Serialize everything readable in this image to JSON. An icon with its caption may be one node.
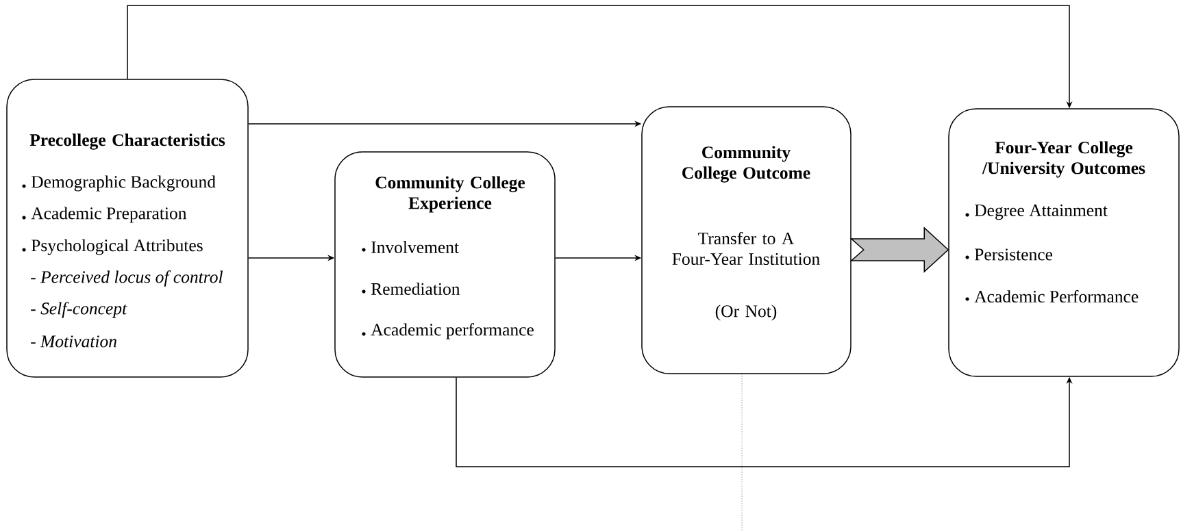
{
  "diagram": {
    "nodes": [
      {
        "text": [
          "Precollege Characteristics",
          "Demographic Background",
          "Academic Preparation",
          "Psychological Attributes",
          "- *Perceived locus of control*",
          "- *Self-concept*",
          "- *Motivation*"
        ]
      },
      {
        "text": [
          "Community College Experience",
          "Involvement",
          "Remediation",
          "Academic performance"
        ]
      },
      {
        "text": [
          "Community College Outcome",
          "Transfer to A Four-Year Institution",
          "(Or Not)"
        ]
      },
      {
        "text": [
          "Four-Year College /University Outcomes",
          "Degree Attainment",
          "Persistence",
          "Academic Performance"
        ]
      }
    ],
    "edges": [
      {
        "from": 0,
        "to": 3,
        "arrow": "to"
      },
      {
        "from": 0,
        "to": 2,
        "arrow": "to"
      },
      {
        "from": 0,
        "to": 1,
        "arrow": "to"
      },
      {
        "from": 1,
        "to": 2,
        "arrow": "to"
      },
      {
        "from": 2,
        "to": 3,
        "arrow": "to",
        "style": "thick",
        "color": "#c0c0c0"
      },
      {
        "from": 1,
        "to": 3,
        "arrow": "to"
      }
    ]
  }
}
